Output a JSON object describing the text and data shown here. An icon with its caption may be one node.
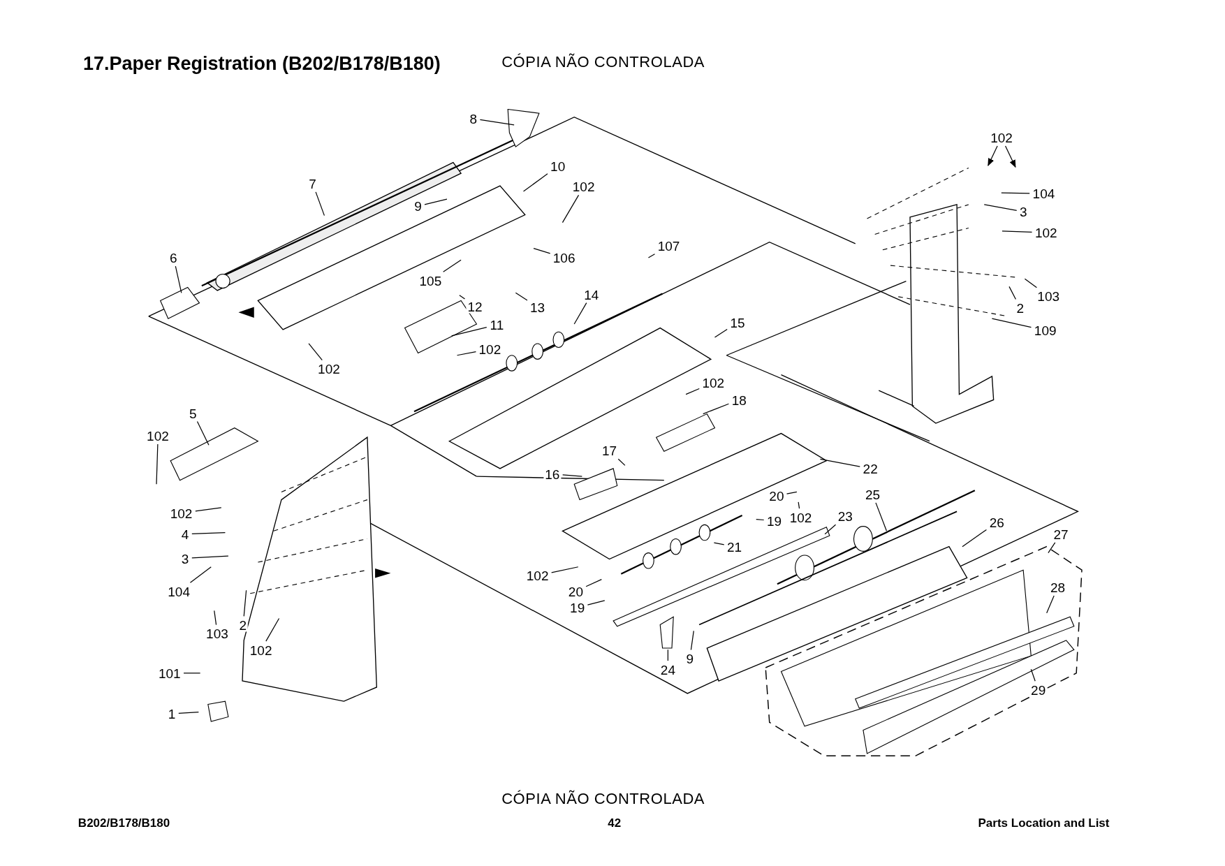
{
  "diagram": {
    "title": "17.Paper Registration (B202/B178/B180)",
    "nodes": [
      {
        "text": [
          "8"
        ]
      },
      {
        "text": [
          "7"
        ]
      },
      {
        "text": [
          "10"
        ]
      },
      {
        "text": [
          "9"
        ]
      },
      {
        "text": [
          "102"
        ]
      },
      {
        "text": [
          "106"
        ]
      },
      {
        "text": [
          "6"
        ]
      },
      {
        "text": [
          "105"
        ]
      },
      {
        "text": [
          "12"
        ]
      },
      {
        "text": [
          "13"
        ]
      },
      {
        "text": [
          "11"
        ]
      },
      {
        "text": [
          "102"
        ]
      },
      {
        "text": [
          "102"
        ]
      },
      {
        "text": [
          "14"
        ]
      },
      {
        "text": [
          "107"
        ]
      },
      {
        "text": [
          "15"
        ]
      },
      {
        "text": [
          "102"
        ]
      },
      {
        "text": [
          "104"
        ]
      },
      {
        "text": [
          "3"
        ]
      },
      {
        "text": [
          "102"
        ]
      },
      {
        "text": [
          "103"
        ]
      },
      {
        "text": [
          "2"
        ]
      },
      {
        "text": [
          "109"
        ]
      },
      {
        "text": [
          "102"
        ]
      },
      {
        "text": [
          "18"
        ]
      },
      {
        "text": [
          "5"
        ]
      },
      {
        "text": [
          "102"
        ]
      },
      {
        "text": [
          "17"
        ]
      },
      {
        "text": [
          "16"
        ]
      },
      {
        "text": [
          "22"
        ]
      },
      {
        "text": [
          "20"
        ]
      },
      {
        "text": [
          "102"
        ]
      },
      {
        "text": [
          "19"
        ]
      },
      {
        "text": [
          "25"
        ]
      },
      {
        "text": [
          "23"
        ]
      },
      {
        "text": [
          "26"
        ]
      },
      {
        "text": [
          "27"
        ]
      },
      {
        "text": [
          "21"
        ]
      },
      {
        "text": [
          "102"
        ]
      },
      {
        "text": [
          "4"
        ]
      },
      {
        "text": [
          "3"
        ]
      },
      {
        "text": [
          "104"
        ]
      },
      {
        "text": [
          "103"
        ]
      },
      {
        "text": [
          "2"
        ]
      },
      {
        "text": [
          "102"
        ]
      },
      {
        "text": [
          "20"
        ]
      },
      {
        "text": [
          "19"
        ]
      },
      {
        "text": [
          "28"
        ]
      },
      {
        "text": [
          "102"
        ]
      },
      {
        "text": [
          "24"
        ]
      },
      {
        "text": [
          "9"
        ]
      },
      {
        "text": [
          "29"
        ]
      },
      {
        "text": [
          "101"
        ]
      },
      {
        "text": [
          "1"
        ]
      }
    ],
    "edges": [
      {
        "from": 0,
        "to": null,
        "arrow": "none"
      },
      {
        "from": 1,
        "to": null,
        "arrow": "none"
      },
      {
        "from": 2,
        "to": null,
        "arrow": "none"
      },
      {
        "from": 3,
        "to": null,
        "arrow": "none"
      },
      {
        "from": 4,
        "to": null,
        "arrow": "none"
      },
      {
        "from": 5,
        "to": null,
        "arrow": "none"
      },
      {
        "from": 6,
        "to": null,
        "arrow": "none"
      },
      {
        "from": 7,
        "to": null,
        "arrow": "none"
      },
      {
        "from": 8,
        "to": null,
        "arrow": "none"
      },
      {
        "from": 9,
        "to": null,
        "arrow": "none"
      },
      {
        "from": 10,
        "to": null,
        "arrow": "none"
      },
      {
        "from": 11,
        "to": null,
        "arrow": "none"
      },
      {
        "from": 12,
        "to": null,
        "arrow": "none"
      },
      {
        "from": 13,
        "to": null,
        "arrow": "none"
      },
      {
        "from": 14,
        "to": null,
        "arrow": "none"
      },
      {
        "from": 15,
        "to": null,
        "arrow": "none"
      },
      {
        "from": 16,
        "to": null,
        "arrow": "to"
      },
      {
        "from": 16,
        "to": null,
        "arrow": "to"
      },
      {
        "from": 17,
        "to": null,
        "arrow": "none"
      },
      {
        "from": 18,
        "to": null,
        "arrow": "none"
      },
      {
        "from": 19,
        "to": null,
        "arrow": "none"
      },
      {
        "from": 20,
        "to": null,
        "arrow": "none"
      },
      {
        "from": 21,
        "to": null,
        "arrow": "none"
      },
      {
        "from": 22,
        "to": null,
        "arrow": "none"
      },
      {
        "from": 23,
        "to": null,
        "arrow": "none"
      },
      {
        "from": 24,
        "to": null,
        "arrow": "none"
      },
      {
        "from": 25,
        "to": null,
        "arrow": "none"
      },
      {
        "from": 26,
        "to": null,
        "arrow": "none"
      },
      {
        "from": 27,
        "to": null,
        "arrow": "none"
      },
      {
        "from": 28,
        "to": null,
        "arrow": "none"
      },
      {
        "from": 29,
        "to": null,
        "arrow": "none"
      },
      {
        "from": 30,
        "to": null,
        "arrow": "none"
      },
      {
        "from": 31,
        "to": null,
        "arrow": "none"
      },
      {
        "from": 32,
        "to": null,
        "arrow": "none"
      },
      {
        "from": 33,
        "to": null,
        "arrow": "none"
      },
      {
        "from": 34,
        "to": null,
        "arrow": "none"
      },
      {
        "from": 35,
        "to": null,
        "arrow": "none"
      },
      {
        "from": 36,
        "to": null,
        "arrow": "none"
      },
      {
        "from": 37,
        "to": null,
        "arrow": "none"
      },
      {
        "from": 38,
        "to": null,
        "arrow": "none"
      },
      {
        "from": 39,
        "to": null,
        "arrow": "none"
      },
      {
        "from": 40,
        "to": null,
        "arrow": "none"
      },
      {
        "from": 41,
        "to": null,
        "arrow": "none"
      },
      {
        "from": 42,
        "to": null,
        "arrow": "none"
      },
      {
        "from": 43,
        "to": null,
        "arrow": "none"
      },
      {
        "from": 44,
        "to": null,
        "arrow": "none"
      },
      {
        "from": 45,
        "to": null,
        "arrow": "none"
      },
      {
        "from": 46,
        "to": null,
        "arrow": "none"
      },
      {
        "from": 47,
        "to": null,
        "arrow": "none"
      },
      {
        "from": 48,
        "to": null,
        "arrow": "none"
      },
      {
        "from": 49,
        "to": null,
        "arrow": "none"
      },
      {
        "from": 50,
        "to": null,
        "arrow": "none"
      },
      {
        "from": 51,
        "to": null,
        "arrow": "none"
      },
      {
        "from": 52,
        "to": null,
        "arrow": "none"
      },
      {
        "from": 53,
        "to": null,
        "arrow": "none"
      }
    ],
    "labels": [
      "CÓPIA NÃO CONTROLADA",
      "CÓPIA NÃO CONTROLADA",
      "B202/B178/B180",
      "42",
      "Parts Location and List"
    ]
  }
}
